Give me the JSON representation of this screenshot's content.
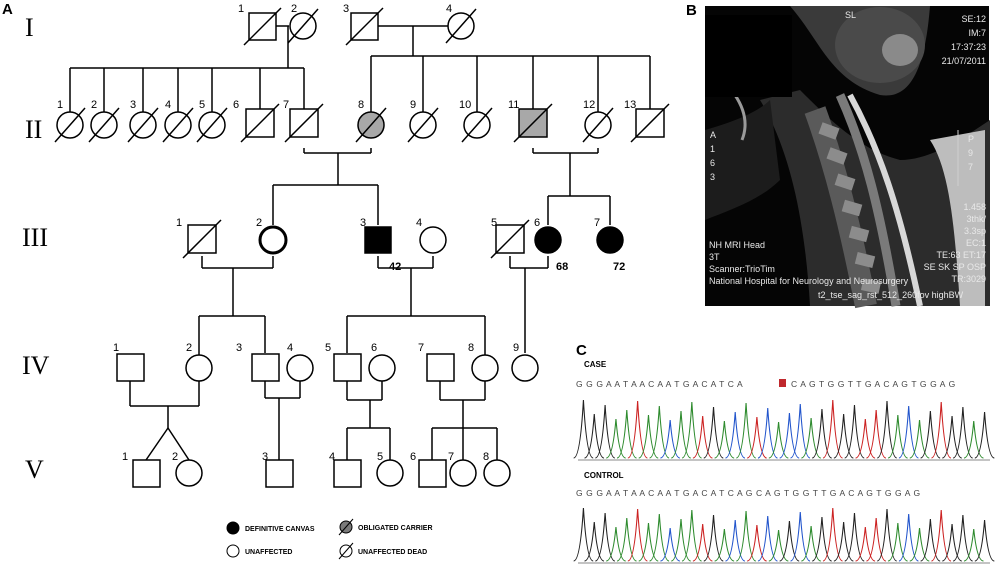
{
  "panels": {
    "a": "A",
    "b": "B",
    "c": "C"
  },
  "generations": [
    "I",
    "II",
    "III",
    "IV",
    "V"
  ],
  "pedigree": {
    "gen1": [
      "1",
      "2",
      "3",
      "4"
    ],
    "gen2": [
      "1",
      "2",
      "3",
      "4",
      "5",
      "6",
      "7",
      "8",
      "9",
      "10",
      "11",
      "12",
      "13"
    ],
    "gen3": [
      "1",
      "2",
      "3",
      "4",
      "5",
      "6",
      "7"
    ],
    "gen3_ages": [
      "42",
      "68",
      "72"
    ],
    "gen4": [
      "1",
      "2",
      "3",
      "4",
      "5",
      "6",
      "7",
      "8",
      "9"
    ],
    "gen5": [
      "1",
      "2",
      "3",
      "4",
      "5",
      "6",
      "7",
      "8"
    ]
  },
  "legend": {
    "affected": "DEFINITIVE CANVAS",
    "carrier": "OBLIGATED CARRIER",
    "unaffected": "UNAFFECTED",
    "dead": "UNAFFECTED DEAD"
  },
  "mri": {
    "top_right": [
      "SE:12",
      "IM:7",
      "17:37:23",
      "21/07/2011"
    ],
    "top_mid": "SL",
    "left_orient": [
      "A",
      "1",
      "6",
      "3"
    ],
    "right_orient": [
      "P",
      "9",
      "7"
    ],
    "right_params": [
      "1.458",
      "3thk/",
      "3.3sp",
      "EC:1",
      "TE:63 ET:17",
      "SE SK SP OSP",
      "TR:3029"
    ],
    "footer": [
      "NH MRI Head",
      "3T",
      "Scanner:TrioTim",
      "National Hospital for Neurology and Neurosurgery",
      "t2_tse_sag_rst_512_260fov highBW"
    ]
  },
  "sequence": {
    "case_label": "CASE",
    "control_label": "CONTROL",
    "case_left": "G G G A A T A A C A A T G A C A T C A",
    "case_right": "C A G T G G T T G A C A G T G G A G",
    "control_seq": "G G G A A T A A C A A T G A C A T C A G C A G T G G T T G A C A G T G G A G"
  },
  "colors": {
    "carrier_fill": "#a8a8a8",
    "affected_fill": "#000000",
    "mutation_mark": "#c0282d"
  }
}
